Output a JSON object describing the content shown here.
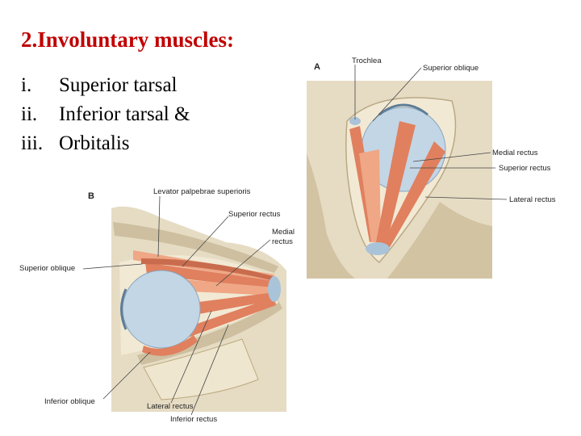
{
  "heading": {
    "title": "2.Involuntary muscles:"
  },
  "muscle_list": {
    "items": [
      {
        "num": "i.",
        "text": "Superior tarsal"
      },
      {
        "num": "ii.",
        "text": "Inferior tarsal &"
      },
      {
        "num": "iii.",
        "text": "Orbitalis"
      }
    ]
  },
  "figure_a": {
    "panel_letter": "A",
    "labels": {
      "trochlea": "Trochlea",
      "superior_oblique": "Superior oblique",
      "medial_rectus": "Medial rectus",
      "superior_rectus": "Superior rectus",
      "lateral_rectus": "Lateral rectus"
    }
  },
  "figure_b": {
    "panel_letter": "B",
    "labels": {
      "levator": "Levator palpebrae superioris",
      "superior_rectus": "Superior rectus",
      "medial_rectus_line1": "Medial",
      "medial_rectus_line2": "rectus",
      "superior_oblique": "Superior oblique",
      "inferior_oblique": "Inferior oblique",
      "lateral_rectus": "Lateral rectus",
      "inferior_rectus": "Inferior rectus"
    }
  },
  "colors": {
    "title": "#c00000",
    "bone": "#e6dcc4",
    "bone_dark": "#cdbf9f",
    "muscle": "#e0805f",
    "muscle_light": "#efa785",
    "tendon": "#a9c3d8",
    "eyeball": "#c3d6e6",
    "fat": "#f2e9d4",
    "leader": "#444444"
  }
}
